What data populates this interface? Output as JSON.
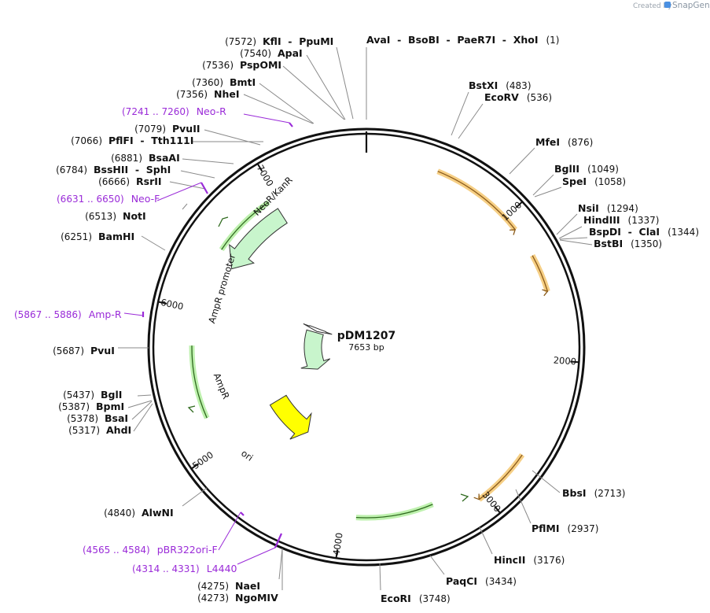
{
  "credit": {
    "prefix": "Created by",
    "brand": "SnapGene"
  },
  "plasmid": {
    "name": "pDM1207",
    "length_label": "7653 bp",
    "length": 7653
  },
  "ticks": [
    {
      "pos": 1000,
      "label": "1000"
    },
    {
      "pos": 2000,
      "label": "2000"
    },
    {
      "pos": 3000,
      "label": "3000"
    },
    {
      "pos": 4000,
      "label": "4000"
    },
    {
      "pos": 5000,
      "label": "5000"
    },
    {
      "pos": 6000,
      "label": "6000"
    },
    {
      "pos": 7000,
      "label": "7000"
    }
  ],
  "features": [
    {
      "name": "NeoR/KanR",
      "color": "#c8f5cc"
    },
    {
      "name": "AmpR",
      "color": "#c8f5cc"
    },
    {
      "name": "AmpR promoter",
      "color": "#ffffff"
    },
    {
      "name": "ori",
      "color": "#ffff00"
    }
  ],
  "sites": [
    {
      "id": "avai",
      "pos_label": "(1)",
      "name": "AvaI  -  BsoBI  -  PaeR7I  -  XhoI"
    },
    {
      "id": "bstxi",
      "pos_label": "(483)",
      "name": "BstXI"
    },
    {
      "id": "ecorv",
      "pos_label": "(536)",
      "name": "EcoRV"
    },
    {
      "id": "mfei",
      "pos_label": "(876)",
      "name": "MfeI"
    },
    {
      "id": "bglii",
      "pos_label": "(1049)",
      "name": "BglII"
    },
    {
      "id": "spei",
      "pos_label": "(1058)",
      "name": "SpeI"
    },
    {
      "id": "nsii",
      "pos_label": "(1294)",
      "name": "NsiI"
    },
    {
      "id": "hindiii",
      "pos_label": "(1337)",
      "name": "HindIII"
    },
    {
      "id": "bspdi",
      "pos_label": "(1344)",
      "name": "BspDI  -  ClaI"
    },
    {
      "id": "bstbi",
      "pos_label": "(1350)",
      "name": "BstBI"
    },
    {
      "id": "bbsi",
      "pos_label": "(2713)",
      "name": "BbsI"
    },
    {
      "id": "pflmi",
      "pos_label": "(2937)",
      "name": "PflMI"
    },
    {
      "id": "hincii",
      "pos_label": "(3176)",
      "name": "HincII"
    },
    {
      "id": "paqci",
      "pos_label": "(3434)",
      "name": "PaqCI"
    },
    {
      "id": "ecori",
      "pos_label": "(3748)",
      "name": "EcoRI"
    },
    {
      "id": "ngomiv",
      "pos_label": "(4273)",
      "name": "NgoMIV"
    },
    {
      "id": "naei",
      "pos_label": "(4275)",
      "name": "NaeI"
    },
    {
      "id": "alwni",
      "pos_label": "(4840)",
      "name": "AlwNI"
    },
    {
      "id": "ahdi",
      "pos_label": "(5317)",
      "name": "AhdI"
    },
    {
      "id": "bsai",
      "pos_label": "(5378)",
      "name": "BsaI"
    },
    {
      "id": "bpmi",
      "pos_label": "(5387)",
      "name": "BpmI"
    },
    {
      "id": "bgli",
      "pos_label": "(5437)",
      "name": "BglI"
    },
    {
      "id": "pvui",
      "pos_label": "(5687)",
      "name": "PvuI"
    },
    {
      "id": "bamhi",
      "pos_label": "(6251)",
      "name": "BamHI"
    },
    {
      "id": "noti",
      "pos_label": "(6513)",
      "name": "NotI"
    },
    {
      "id": "rsrii",
      "pos_label": "(6666)",
      "name": "RsrII"
    },
    {
      "id": "bsshii",
      "pos_label": "(6784)",
      "name": "BssHII  -  SphI"
    },
    {
      "id": "bsaai",
      "pos_label": "(6881)",
      "name": "BsaAI"
    },
    {
      "id": "pflfi",
      "pos_label": "(7066)",
      "name": "PflFI  -  Tth111I"
    },
    {
      "id": "pvuii",
      "pos_label": "(7079)",
      "name": "PvuII"
    },
    {
      "id": "nhei",
      "pos_label": "(7356)",
      "name": "NheI"
    },
    {
      "id": "bmti",
      "pos_label": "(7360)",
      "name": "BmtI"
    },
    {
      "id": "pspomi",
      "pos_label": "(7536)",
      "name": "PspOMI"
    },
    {
      "id": "apai",
      "pos_label": "(7540)",
      "name": "ApaI"
    },
    {
      "id": "kfli",
      "pos_label": "(7572)",
      "name": "KflI  -  PpuMI"
    }
  ],
  "primers": [
    {
      "id": "neor",
      "range": "(7241 .. 7260)",
      "name": "Neo-R"
    },
    {
      "id": "neof",
      "range": "(6631 .. 6650)",
      "name": "Neo-F"
    },
    {
      "id": "ampr",
      "range": "(5867 .. 5886)",
      "name": "Amp-R"
    },
    {
      "id": "pbr",
      "range": "(4565 .. 4584)",
      "name": "pBR322ori-F"
    },
    {
      "id": "l4440",
      "range": "(4314 .. 4331)",
      "name": "L4440"
    }
  ]
}
